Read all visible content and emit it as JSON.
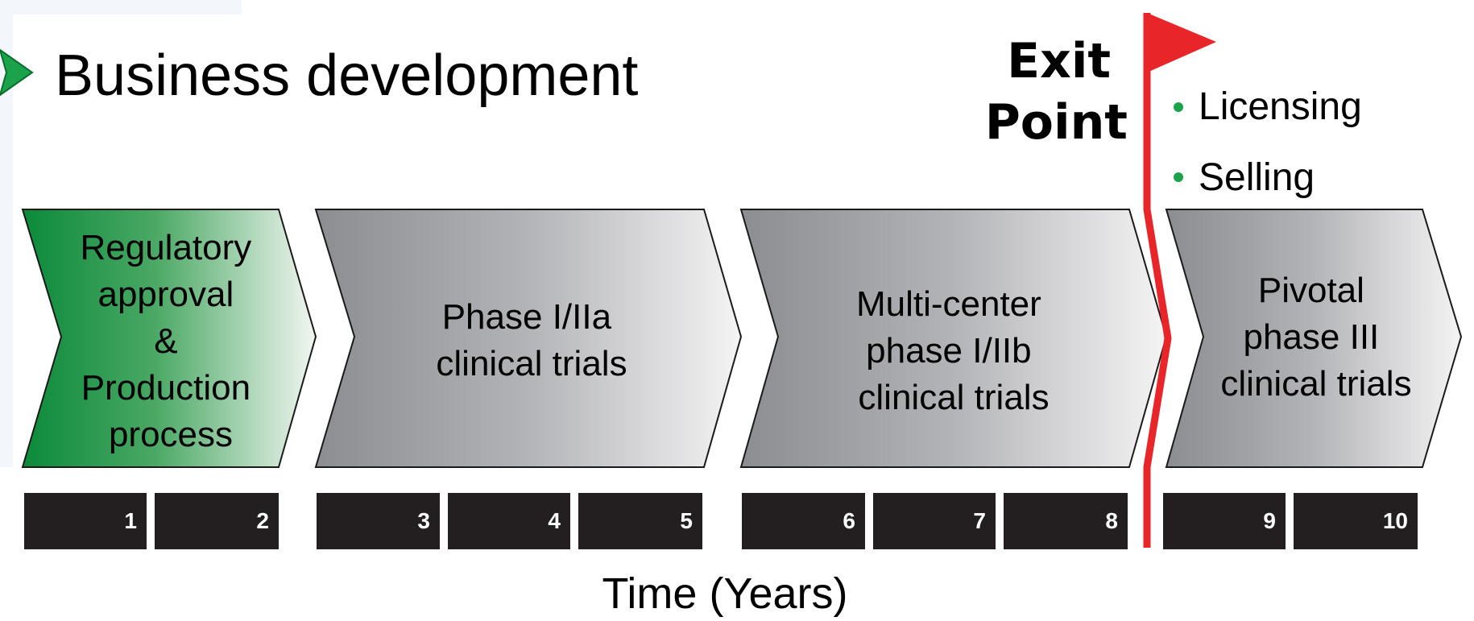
{
  "title": "Business development",
  "exit_point": {
    "line1": "Exit",
    "line2": "Point"
  },
  "exit_options": [
    "Licensing",
    "Selling"
  ],
  "stages": [
    {
      "lines": [
        "Regulatory",
        "approval",
        "&",
        "Production",
        "process"
      ]
    },
    {
      "lines": [
        "Phase I/IIa",
        "clinical trials"
      ]
    },
    {
      "lines": [
        "Multi-center",
        "phase I/IIb",
        "clinical trials"
      ]
    },
    {
      "lines": [
        "Pivotal",
        "phase III",
        "clinical trials"
      ]
    }
  ],
  "years": [
    "1",
    "2",
    "3",
    "4",
    "5",
    "6",
    "7",
    "8",
    "9",
    "10"
  ],
  "axis_label": "Time (Years)",
  "colors": {
    "green": "#0a8a3a",
    "gray": "#8f9094",
    "flag_red": "#e8262a",
    "bullet_green": "#1ba24a",
    "year_box": "#231f20"
  }
}
